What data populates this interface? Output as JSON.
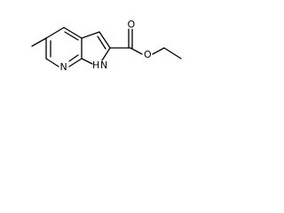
{
  "molecule": {
    "atoms": {
      "ring_nitrogen": "N",
      "pyrrole_nitrogen": "N",
      "pyrrole_hydrogen": "H",
      "carbonyl_oxygen": "O",
      "ester_oxygen": "O"
    },
    "colors": {
      "bond": "#000000",
      "label": "#000000",
      "background": "#ffffff"
    }
  }
}
